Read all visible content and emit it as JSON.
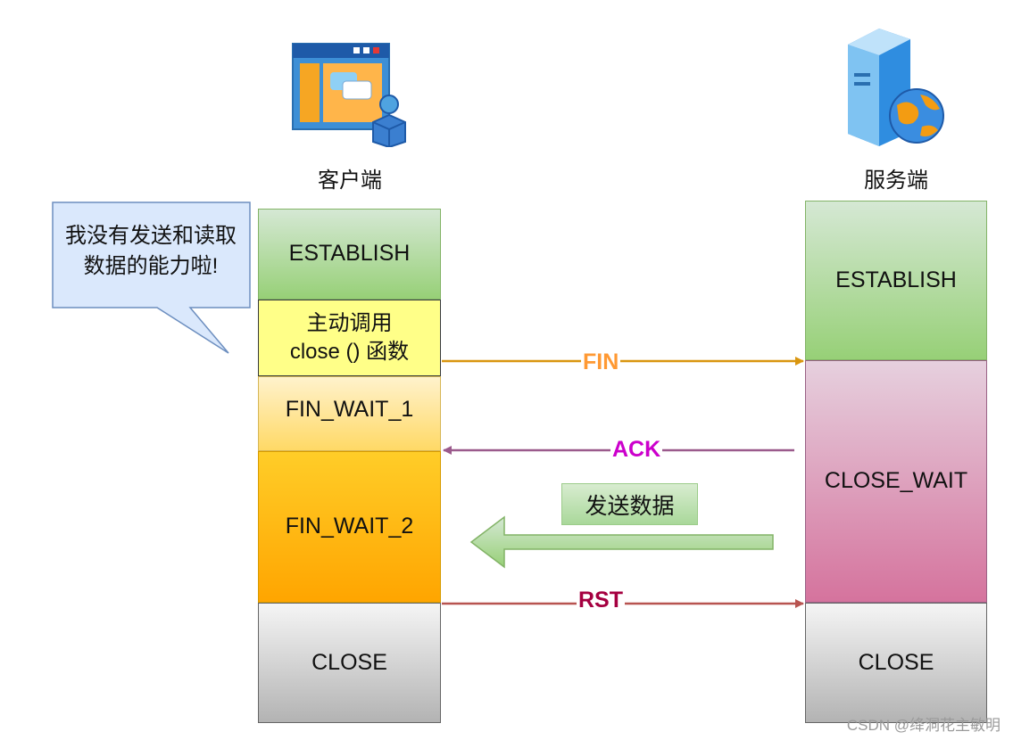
{
  "actors": {
    "client": {
      "label": "客户端"
    },
    "server": {
      "label": "服务端"
    }
  },
  "callout": {
    "text": "我没有发送和读取数据的能力啦!"
  },
  "client_states": {
    "establish": "ESTABLISH",
    "close_call_line1": "主动调用",
    "close_call_line2": "close () 函数",
    "fin_wait_1": "FIN_WAIT_1",
    "fin_wait_2": "FIN_WAIT_2",
    "close": "CLOSE"
  },
  "server_states": {
    "establish": "ESTABLISH",
    "close_wait": "CLOSE_WAIT",
    "close": "CLOSE"
  },
  "messages": {
    "fin": "FIN",
    "ack": "ACK",
    "send_data": "发送数据",
    "rst": "RST"
  },
  "colors": {
    "fin": "#d9960f",
    "ack": "#9b5a8c",
    "ack_label": "#cc00cc",
    "rst": "#b85450",
    "rst_label": "#a50040",
    "fin_label": "#ff9933"
  },
  "watermark": "CSDN @绛洞花主敏明"
}
